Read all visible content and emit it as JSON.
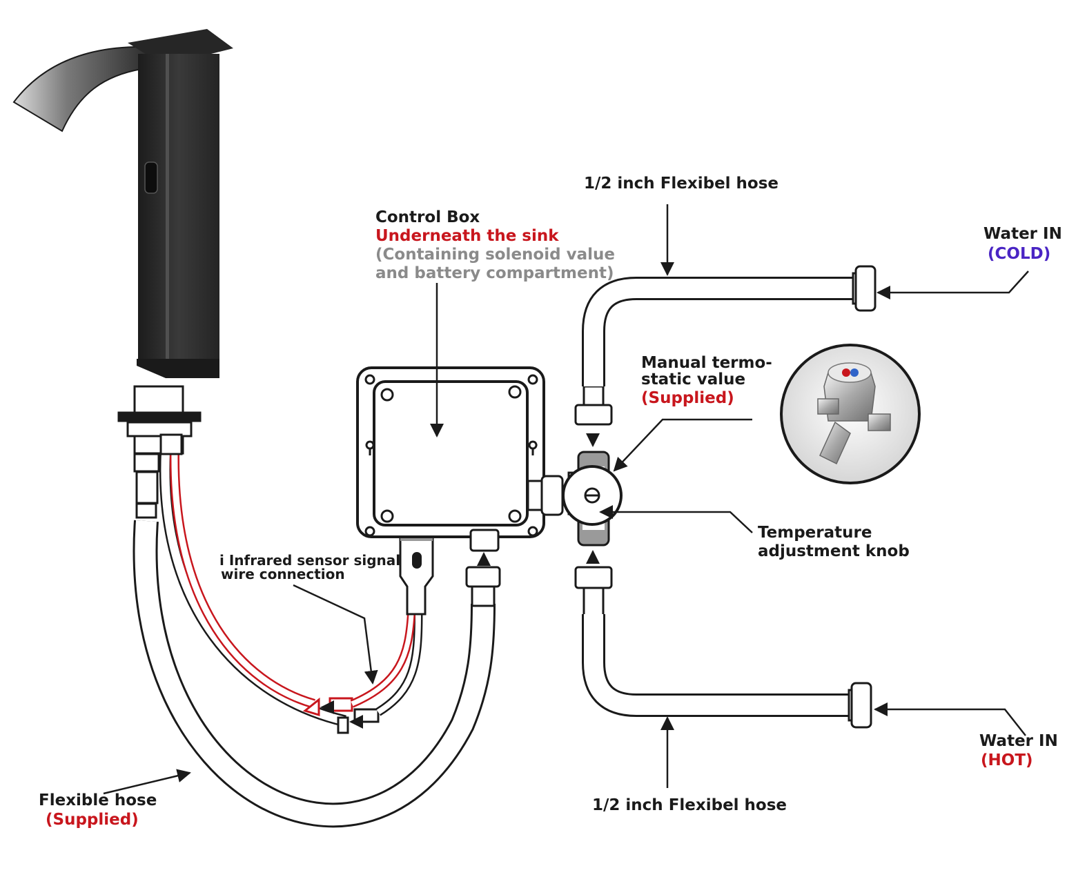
{
  "labels": {
    "control_box_title": "Control Box",
    "control_box_location": "Underneath the sink",
    "control_box_note_1": "(Containing solenoid value",
    "control_box_note_2": "and battery compartment)",
    "hose_top": "1/2 inch Flexibel hose",
    "hose_bottom": "1/2 inch Flexibel hose",
    "water_in_cold_title": "Water IN",
    "water_in_cold_tag": "(COLD)",
    "water_in_hot_title": "Water IN",
    "water_in_hot_tag": "(HOT)",
    "valve_line_1": "Manual termo-",
    "valve_line_2": "static value",
    "valve_tag": "(Supplied)",
    "knob_line_1": "Temperature",
    "knob_line_2": "adjustment knob",
    "sensor_line_1": "i Infrared sensor signal",
    "sensor_line_2": "wire connection",
    "flex_hose_title": "Flexible hose",
    "flex_hose_tag": "(Supplied)"
  },
  "colors": {
    "text": "#1a1a1a",
    "accent_red": "#c8161d",
    "cold_blue": "#4a25c4",
    "note_gray": "#8a8a8a",
    "faucet": "#2b2b2b"
  }
}
